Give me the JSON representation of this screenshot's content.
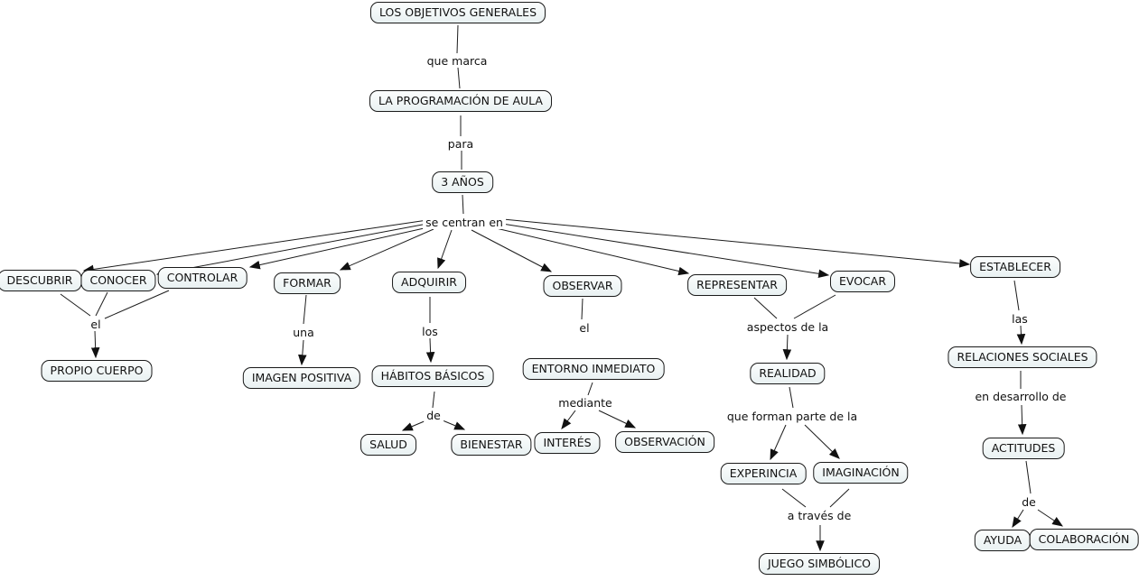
{
  "colors": {
    "background": "#ffffff",
    "node_fill": "#edf3f4",
    "node_border": "#1a1a1a",
    "line": "#1c1c1c",
    "text": "#111111"
  },
  "map": {
    "nodes": {
      "objetivos": {
        "label": "LOS OBJETIVOS GENERALES"
      },
      "programacion": {
        "label": "LA PROGRAMACIÓN DE AULA"
      },
      "anos3": {
        "label": "3 AÑOS"
      },
      "descubrir": {
        "label": "DESCUBRIR"
      },
      "conocer": {
        "label": "CONOCER"
      },
      "controlar": {
        "label": "CONTROLAR"
      },
      "formar": {
        "label": "FORMAR"
      },
      "adquirir": {
        "label": "ADQUIRIR"
      },
      "observar": {
        "label": "OBSERVAR"
      },
      "representar": {
        "label": "REPRESENTAR"
      },
      "evocar": {
        "label": "EVOCAR"
      },
      "establecer": {
        "label": "ESTABLECER"
      },
      "propio_cuerpo": {
        "label": "PROPIO CUERPO"
      },
      "imagen_positiva": {
        "label": "IMAGEN POSITIVA"
      },
      "habitos_basicos": {
        "label": "HÁBITOS BÁSICOS"
      },
      "salud": {
        "label": "SALUD"
      },
      "bienestar": {
        "label": "BIENESTAR"
      },
      "entorno_inmediato": {
        "label": "ENTORNO INMEDIATO"
      },
      "interes": {
        "label": "INTERÉS"
      },
      "observacion": {
        "label": "OBSERVACIÓN"
      },
      "realidad": {
        "label": "REALIDAD"
      },
      "experincia": {
        "label": "EXPERINCIA"
      },
      "imaginacion": {
        "label": "IMAGINACIÓN"
      },
      "juego_simbolico": {
        "label": "JUEGO SIMBÓLICO"
      },
      "relaciones_sociales": {
        "label": "RELACIONES SOCIALES"
      },
      "actitudes": {
        "label": "ACTITUDES"
      },
      "ayuda": {
        "label": "AYUDA"
      },
      "colaboracion": {
        "label": "COLABORACIÓN"
      }
    },
    "links": {
      "que_marca": {
        "label": "que marca"
      },
      "para": {
        "label": "para"
      },
      "se_centran": {
        "label": "se centran en"
      },
      "el_cuerpo": {
        "label": "el"
      },
      "una": {
        "label": "una"
      },
      "los": {
        "label": "los"
      },
      "de_salud": {
        "label": "de"
      },
      "el_entorno": {
        "label": "el"
      },
      "mediante": {
        "label": "mediante"
      },
      "aspectos": {
        "label": "aspectos de la"
      },
      "que_forman": {
        "label": "que forman parte de la"
      },
      "a_traves": {
        "label": "a través de"
      },
      "las": {
        "label": "las"
      },
      "en_desarrollo": {
        "label": "en desarrollo de"
      },
      "de_ayuda": {
        "label": "de"
      }
    }
  }
}
